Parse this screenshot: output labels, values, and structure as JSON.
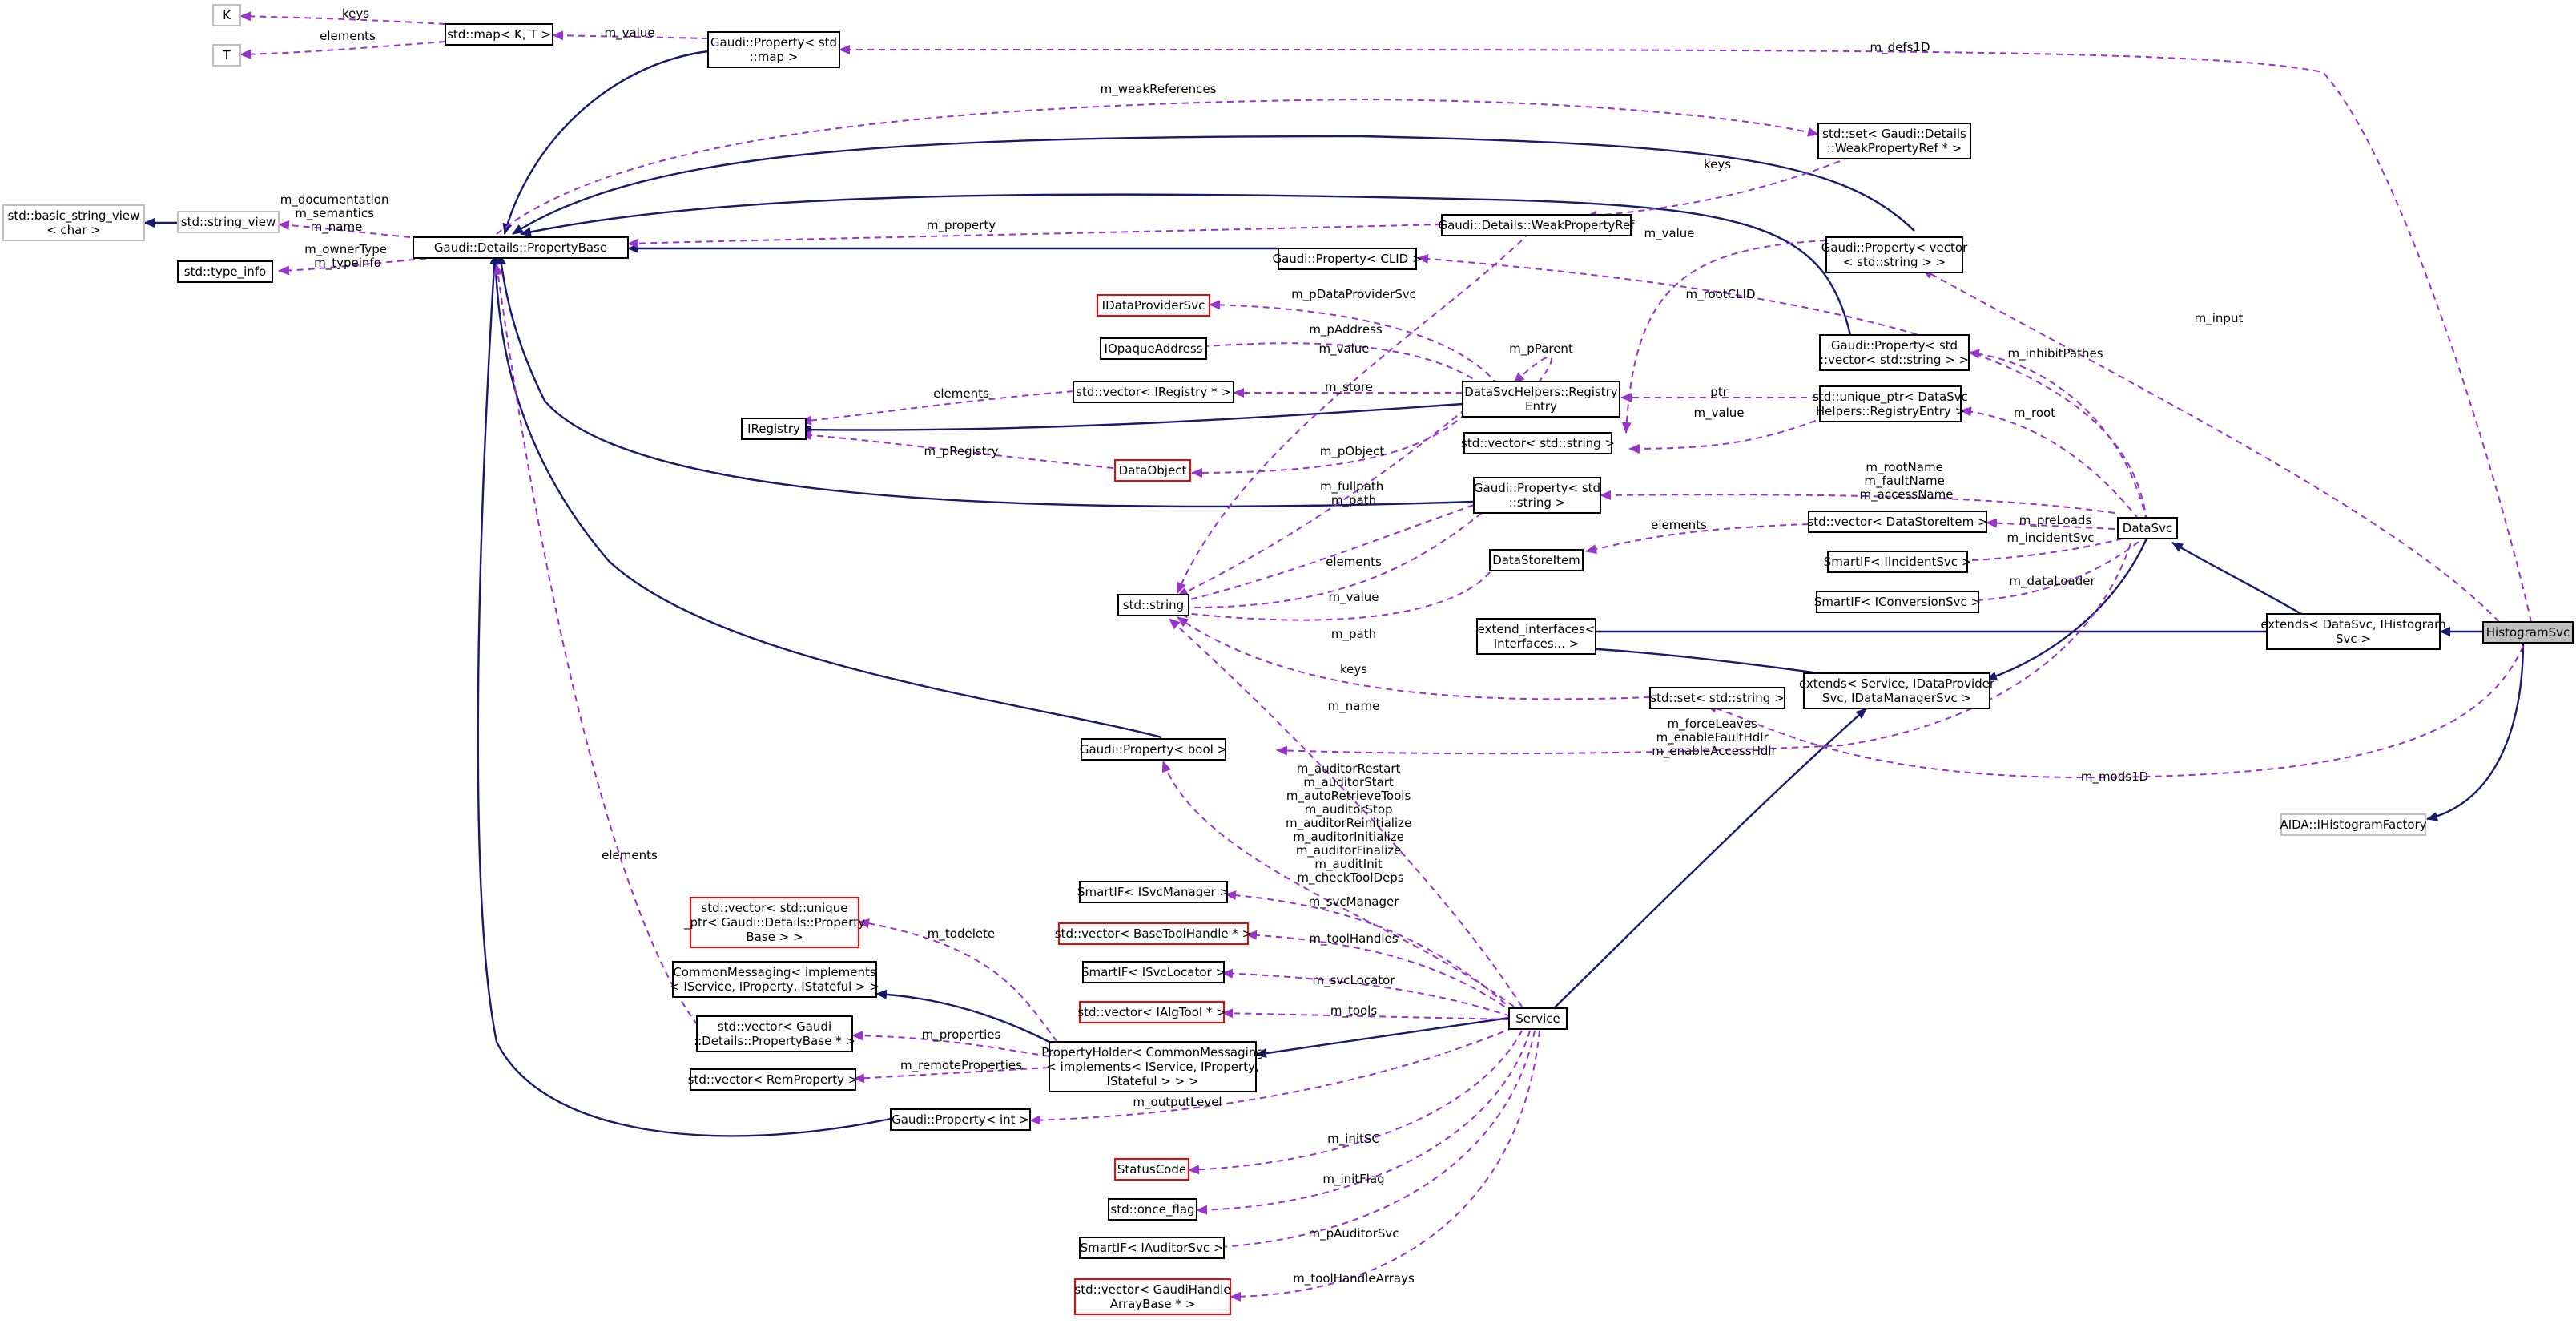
{
  "nodes": {
    "histogramsvc": "HistogramSvc",
    "extends_datasvc": [
      "extends< DataSvc, IHistogram",
      "Svc >"
    ],
    "aida": "AIDA::IHistogramFactory",
    "datasvc": "DataSvc",
    "extends_service": [
      "extends< Service, IDataProvider",
      "Svc, IDataManagerSvc >"
    ],
    "extend_interfaces": [
      "extend_interfaces<",
      "Interfaces... >"
    ],
    "service": "Service",
    "propertyholder": [
      "PropertyHolder< CommonMessaging",
      "< implements< IService, IProperty,",
      "IStateful > > >"
    ],
    "commonmessaging": [
      "CommonMessaging< implements",
      "< IService, IProperty, IStateful > >"
    ],
    "vec_propertybase": [
      "std::vector< Gaudi",
      "::Details::PropertyBase * >"
    ],
    "vec_remprop": "std::vector< RemProperty >",
    "prop_int": "Gaudi::Property< int >",
    "vec_unique": [
      "std::vector< std::unique",
      "_ptr< Gaudi::Details::Property",
      "Base > >"
    ],
    "statuscode": "StatusCode",
    "onceflag": "std::once_flag",
    "smartif_auditor": "SmartIF< IAuditorSvc >",
    "vec_gaudihandle": [
      "std::vector< GaudiHandle",
      "ArrayBase * >"
    ],
    "smartif_svcmgr": "SmartIF< ISvcManager >",
    "vec_basetool": "std::vector< BaseToolHandle * >",
    "smartif_svcloc": "SmartIF< ISvcLocator >",
    "vec_ialgtool": "std::vector< IAlgTool * >",
    "prop_bool": "Gaudi::Property< bool >",
    "stdstring": "std::string",
    "datastoreitem": "DataStoreItem",
    "prop_string": [
      "Gaudi::Property< std",
      "::string >"
    ],
    "dataobject": "DataObject",
    "registryentry": [
      "DataSvcHelpers::Registry",
      "Entry"
    ],
    "iregistry": "IRegistry",
    "vec_iregistry": "std::vector< IRegistry * >",
    "iopaque": "IOpaqueAddress",
    "idataprovider": "IDataProviderSvc",
    "propertybase": "Gaudi::Details::PropertyBase",
    "prop_clid": "Gaudi::Property< CLID >",
    "weakref": "Gaudi::Details::WeakPropertyRef",
    "set_weakref": [
      "std::set< Gaudi::Details",
      "::WeakPropertyRef * >"
    ],
    "prop_map": [
      "Gaudi::Property< std",
      "::map >"
    ],
    "stdmap": "std::map< K, T >",
    "k": "K",
    "t": "T",
    "stringview": "std::string_view",
    "basic_sv": [
      "std::basic_string_view",
      "< char >"
    ],
    "typeinfo": "std::type_info",
    "prop_vecstring": [
      "Gaudi::Property< vector",
      "< std::string > >"
    ],
    "prop_stdvec": [
      "Gaudi::Property< std",
      "::vector< std::string > >"
    ],
    "unique_registry": [
      "std::unique_ptr< DataSvc",
      "Helpers::RegistryEntry >"
    ],
    "vec_string": "std::vector< std::string >",
    "vec_datastore": "std::vector< DataStoreItem >",
    "smartif_incident": "SmartIF< IIncidentSvc >",
    "smartif_conv": "SmartIF< IConversionSvc >",
    "set_string": "std::set< std::string >"
  },
  "labels": {
    "keys_map": "keys",
    "elements_map": "elements",
    "m_value_map": "m_value",
    "m_defs1d": "m_defs1D",
    "m_weakrefs": "m_weakReferences",
    "keys_weak": "keys",
    "m_docs": [
      "m_documentation",
      "m_semantics",
      "m_name"
    ],
    "m_owner": [
      "m_ownerType",
      "m_typeinfo"
    ],
    "m_property": "m_property",
    "m_value_vec": "m_value",
    "m_rootclid": "m_rootCLID",
    "m_input": "m_input",
    "m_pdataprovider": "m_pDataProviderSvc",
    "m_paddress": "m_pAddress",
    "m_value_reg": "m_value",
    "m_pparent": "m_pParent",
    "m_inhibit": "m_inhibitPathes",
    "elements_reg": "elements",
    "m_store": "m_store",
    "ptr": "ptr",
    "m_value_sv": "m_value",
    "m_root": "m_root",
    "m_pregistry": "m_pRegistry",
    "m_pobject": "m_pObject",
    "m_rootnames": [
      "m_rootName",
      "m_faultName",
      "m_accessName"
    ],
    "m_fullpath": [
      "m_fullpath",
      "m_path"
    ],
    "elements_ds": "elements",
    "m_preloads": "m_preLoads",
    "m_incident": "m_incidentSvc",
    "elements_str": "elements",
    "m_dataloader": "m_dataLoader",
    "m_value_str": "m_value",
    "m_path": "m_path",
    "keys_set": "keys",
    "m_flags": [
      "m_forceLeaves",
      "m_enableFaultHdlr",
      "m_enableAccessHdlr"
    ],
    "m_name": "m_name",
    "m_mods1d": "m_mods1D",
    "m_auditors": [
      "m_auditorRestart",
      "m_auditorStart",
      "m_autoRetrieveTools",
      "m_auditorStop",
      "m_auditorReinitialize",
      "m_auditorInitialize",
      "m_auditorFinalize",
      "m_auditInit",
      "m_checkToolDeps"
    ],
    "elements_pb": "elements",
    "m_svcmanager": "m_svcManager",
    "m_todelete": "m_todelete",
    "m_toolhandles": "m_toolHandles",
    "m_svclocator": "m_svcLocator",
    "m_tools": "m_tools",
    "m_properties": "m_properties",
    "m_remote": "m_remoteProperties",
    "m_outputlevel": "m_outputLevel",
    "m_initsc": "m_initSC",
    "m_initflag": "m_initFlag",
    "m_pauditor": "m_pAuditorSvc",
    "m_toolarrays": "m_toolHandleArrays"
  },
  "colors": {
    "inheritance_edge": "#191970",
    "usage_edge": "#9a32cd",
    "undocumented_border": "#ff0000",
    "external_border": "#bfbfbf",
    "selected_fill": "#bfbfbf"
  }
}
